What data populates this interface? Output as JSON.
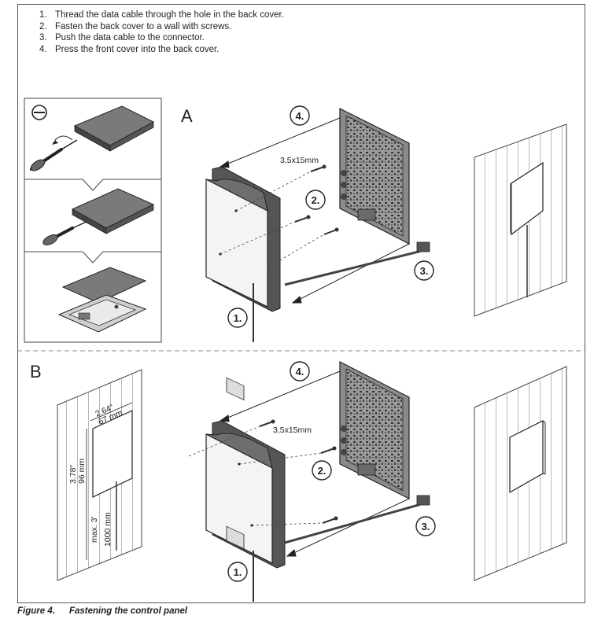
{
  "instructions": [
    {
      "number": "1.",
      "text": "Thread the data cable through the hole in the back cover."
    },
    {
      "number": "2.",
      "text": "Fasten the back cover to a wall with screws."
    },
    {
      "number": "3.",
      "text": "Push the data cable to the connector."
    },
    {
      "number": "4.",
      "text": "Press the front cover into the back cover."
    }
  ],
  "panel_a": {
    "label": "A",
    "screw_size": "3,5x15mm",
    "callouts": {
      "step1": "1.",
      "step2": "2.",
      "step3": "3.",
      "step4": "4."
    },
    "inset_symbol": "flat-screwdriver-symbol"
  },
  "panel_b": {
    "label": "B",
    "screw_size": "3,5x15mm",
    "callouts": {
      "step1": "1.",
      "step2": "2.",
      "step3": "3.",
      "step4": "4."
    },
    "dimensions": {
      "width_in": "2.64\"",
      "width_mm": "67 mm",
      "height_in": "3.78\"",
      "height_mm": "96 mm",
      "max_height_in": "max. 3'",
      "max_height_mm": "1000 mm"
    }
  },
  "caption": {
    "label": "Figure 4.",
    "title": "Fastening the control panel"
  },
  "colors": {
    "line": "#333333",
    "panel_fill": "#6e6e6e",
    "board_fill": "#8a8a8a",
    "dash": "#888888"
  }
}
